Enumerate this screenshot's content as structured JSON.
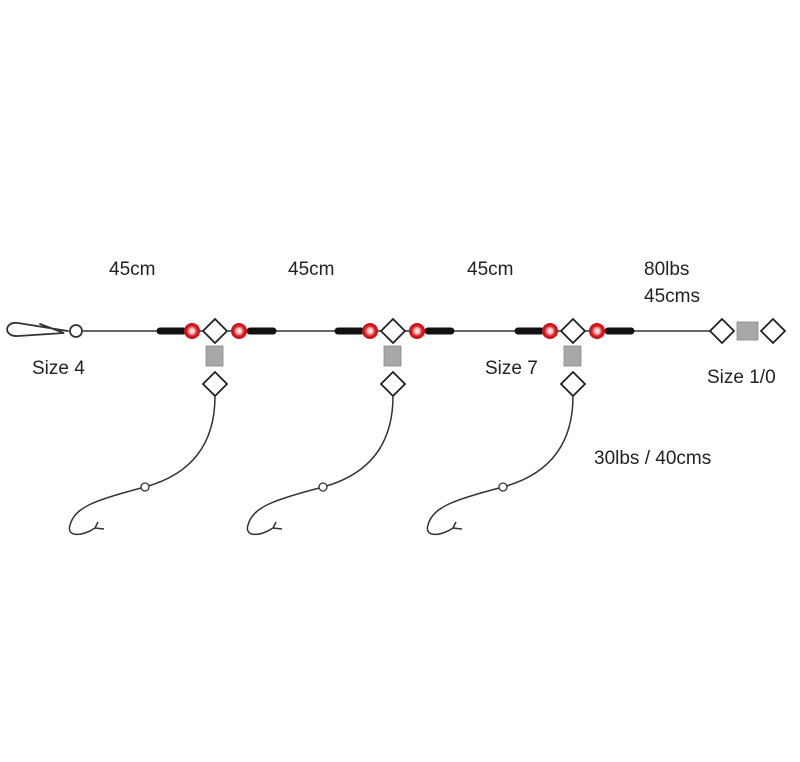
{
  "labels": {
    "spacing_1": "45cm",
    "spacing_2": "45cm",
    "spacing_3": "45cm",
    "mainline_strength": "80lbs",
    "mainline_length": "45cms",
    "snap_hook_size": "Size 4",
    "middle_hook_size": "Size 7",
    "swivel_size": "Size 1/0",
    "snood_spec": "30lbs / 40cms"
  },
  "colors": {
    "line": "#333333",
    "bead_red": "#e0191f",
    "sleeve_black": "#111111",
    "swivel_grey": "#a8a8a8",
    "background": "#ffffff"
  },
  "icons": [
    "clip-icon",
    "bead-icon",
    "sleeve-icon",
    "swivel-icon",
    "hook-icon"
  ]
}
